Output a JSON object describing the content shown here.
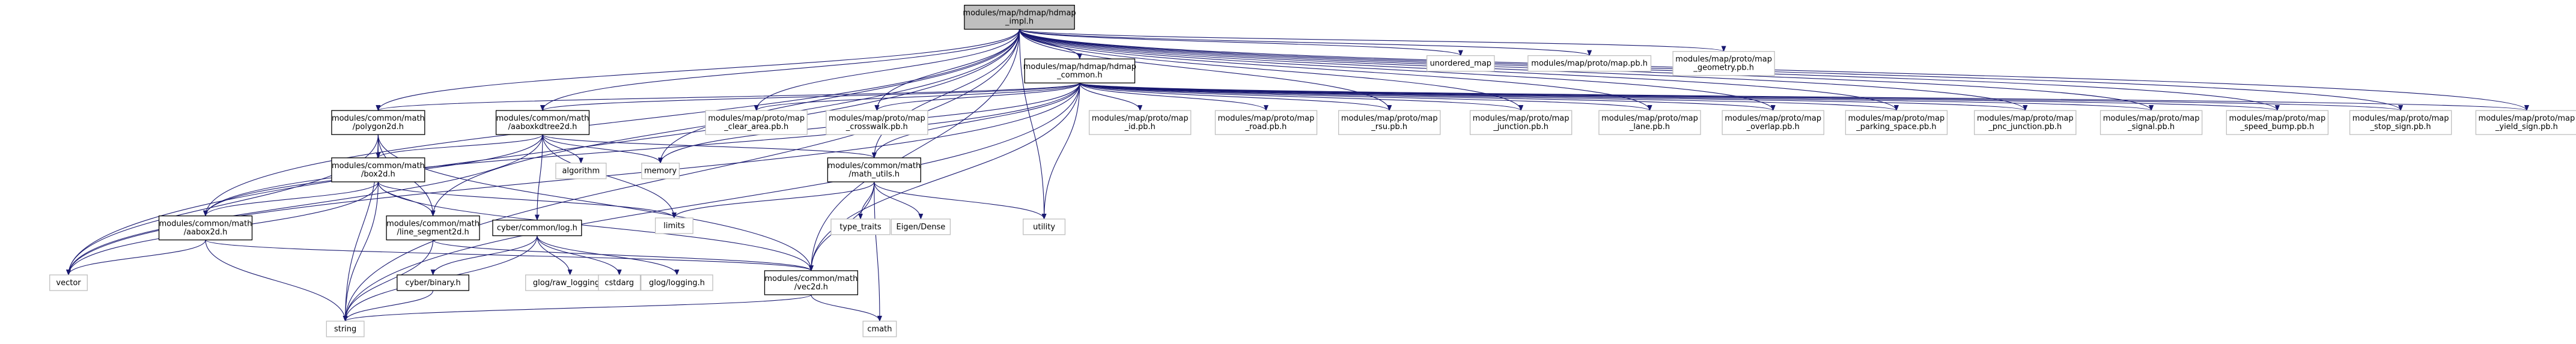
{
  "colors": {
    "edge": "#191970",
    "root_fill": "#bfbfbf",
    "root_stroke": "#000000",
    "documented_stroke": "#000000",
    "external_stroke": "#bfbfbf",
    "label_text": "#000000",
    "background": "#ffffff"
  },
  "nodes": [
    {
      "id": "impl",
      "lines": [
        "modules/map/hdmap/hdmap",
        "_impl.h"
      ],
      "kind": "root"
    },
    {
      "id": "unordered_map",
      "lines": [
        "unordered_map"
      ],
      "kind": "external"
    },
    {
      "id": "map_pb",
      "lines": [
        "modules/map/proto/map.pb.h"
      ],
      "kind": "external"
    },
    {
      "id": "geometry_pb",
      "lines": [
        "modules/map/proto/map",
        "_geometry.pb.h"
      ],
      "kind": "external"
    },
    {
      "id": "hdmap_common",
      "lines": [
        "modules/map/hdmap/hdmap",
        "_common.h"
      ],
      "kind": "documented"
    },
    {
      "id": "polygon2d",
      "lines": [
        "modules/common/math",
        "/polygon2d.h"
      ],
      "kind": "documented"
    },
    {
      "id": "aaboxkdtree2d",
      "lines": [
        "modules/common/math",
        "/aaboxkdtree2d.h"
      ],
      "kind": "documented"
    },
    {
      "id": "clear_area_pb",
      "lines": [
        "modules/map/proto/map",
        "_clear_area.pb.h"
      ],
      "kind": "external"
    },
    {
      "id": "crosswalk_pb",
      "lines": [
        "modules/map/proto/map",
        "_crosswalk.pb.h"
      ],
      "kind": "external"
    },
    {
      "id": "id_pb",
      "lines": [
        "modules/map/proto/map",
        "_id.pb.h"
      ],
      "kind": "external"
    },
    {
      "id": "road_pb",
      "lines": [
        "modules/map/proto/map",
        "_road.pb.h"
      ],
      "kind": "external"
    },
    {
      "id": "rsu_pb",
      "lines": [
        "modules/map/proto/map",
        "_rsu.pb.h"
      ],
      "kind": "external"
    },
    {
      "id": "junction_pb",
      "lines": [
        "modules/map/proto/map",
        "_junction.pb.h"
      ],
      "kind": "external"
    },
    {
      "id": "lane_pb",
      "lines": [
        "modules/map/proto/map",
        "_lane.pb.h"
      ],
      "kind": "external"
    },
    {
      "id": "overlap_pb",
      "lines": [
        "modules/map/proto/map",
        "_overlap.pb.h"
      ],
      "kind": "external"
    },
    {
      "id": "parking_space_pb",
      "lines": [
        "modules/map/proto/map",
        "_parking_space.pb.h"
      ],
      "kind": "external"
    },
    {
      "id": "pnc_junction_pb",
      "lines": [
        "modules/map/proto/map",
        "_pnc_junction.pb.h"
      ],
      "kind": "external"
    },
    {
      "id": "signal_pb",
      "lines": [
        "modules/map/proto/map",
        "_signal.pb.h"
      ],
      "kind": "external"
    },
    {
      "id": "speed_bump_pb",
      "lines": [
        "modules/map/proto/map",
        "_speed_bump.pb.h"
      ],
      "kind": "external"
    },
    {
      "id": "stop_sign_pb",
      "lines": [
        "modules/map/proto/map",
        "_stop_sign.pb.h"
      ],
      "kind": "external"
    },
    {
      "id": "yield_sign_pb",
      "lines": [
        "modules/map/proto/map",
        "_yield_sign.pb.h"
      ],
      "kind": "external"
    },
    {
      "id": "box2d",
      "lines": [
        "modules/common/math",
        "/box2d.h"
      ],
      "kind": "documented"
    },
    {
      "id": "algorithm",
      "lines": [
        "algorithm"
      ],
      "kind": "external"
    },
    {
      "id": "memory",
      "lines": [
        "memory"
      ],
      "kind": "external"
    },
    {
      "id": "math_utils",
      "lines": [
        "modules/common/math",
        "/math_utils.h"
      ],
      "kind": "documented"
    },
    {
      "id": "type_traits",
      "lines": [
        "type_traits"
      ],
      "kind": "external"
    },
    {
      "id": "eigen_dense",
      "lines": [
        "Eigen/Dense"
      ],
      "kind": "external"
    },
    {
      "id": "utility",
      "lines": [
        "utility"
      ],
      "kind": "external"
    },
    {
      "id": "limits",
      "lines": [
        "limits"
      ],
      "kind": "external"
    },
    {
      "id": "aabox2d",
      "lines": [
        "modules/common/math",
        "/aabox2d.h"
      ],
      "kind": "documented"
    },
    {
      "id": "line_segment2d",
      "lines": [
        "modules/common/math",
        "/line_segment2d.h"
      ],
      "kind": "documented"
    },
    {
      "id": "log",
      "lines": [
        "cyber/common/log.h"
      ],
      "kind": "documented"
    },
    {
      "id": "vector",
      "lines": [
        "vector"
      ],
      "kind": "external"
    },
    {
      "id": "binary",
      "lines": [
        "cyber/binary.h"
      ],
      "kind": "documented"
    },
    {
      "id": "raw_logging",
      "lines": [
        "glog/raw_logging.h"
      ],
      "kind": "external"
    },
    {
      "id": "cstdarg",
      "lines": [
        "cstdarg"
      ],
      "kind": "external"
    },
    {
      "id": "glog_logging",
      "lines": [
        "glog/logging.h"
      ],
      "kind": "external"
    },
    {
      "id": "vec2d",
      "lines": [
        "modules/common/math",
        "/vec2d.h"
      ],
      "kind": "documented"
    },
    {
      "id": "string",
      "lines": [
        "string"
      ],
      "kind": "external"
    },
    {
      "id": "cmath",
      "lines": [
        "cmath"
      ],
      "kind": "external"
    }
  ],
  "edges": [
    [
      "impl",
      "unordered_map"
    ],
    [
      "impl",
      "map_pb"
    ],
    [
      "impl",
      "geometry_pb"
    ],
    [
      "impl",
      "hdmap_common"
    ],
    [
      "impl",
      "polygon2d"
    ],
    [
      "impl",
      "aaboxkdtree2d"
    ],
    [
      "impl",
      "clear_area_pb"
    ],
    [
      "impl",
      "crosswalk_pb"
    ],
    [
      "impl",
      "junction_pb"
    ],
    [
      "impl",
      "lane_pb"
    ],
    [
      "impl",
      "overlap_pb"
    ],
    [
      "impl",
      "parking_space_pb"
    ],
    [
      "impl",
      "pnc_junction_pb"
    ],
    [
      "impl",
      "signal_pb"
    ],
    [
      "impl",
      "speed_bump_pb"
    ],
    [
      "impl",
      "stop_sign_pb"
    ],
    [
      "impl",
      "yield_sign_pb"
    ],
    [
      "impl",
      "rsu_pb"
    ],
    [
      "impl",
      "memory"
    ],
    [
      "impl",
      "string"
    ],
    [
      "impl",
      "vector"
    ],
    [
      "impl",
      "utility"
    ],
    [
      "impl",
      "vec2d"
    ],
    [
      "impl",
      "aabox2d"
    ],
    [
      "impl",
      "line_segment2d"
    ],
    [
      "impl",
      "math_utils"
    ],
    [
      "hdmap_common",
      "polygon2d"
    ],
    [
      "hdmap_common",
      "aaboxkdtree2d"
    ],
    [
      "hdmap_common",
      "clear_area_pb"
    ],
    [
      "hdmap_common",
      "crosswalk_pb"
    ],
    [
      "hdmap_common",
      "id_pb"
    ],
    [
      "hdmap_common",
      "road_pb"
    ],
    [
      "hdmap_common",
      "rsu_pb"
    ],
    [
      "hdmap_common",
      "junction_pb"
    ],
    [
      "hdmap_common",
      "lane_pb"
    ],
    [
      "hdmap_common",
      "overlap_pb"
    ],
    [
      "hdmap_common",
      "parking_space_pb"
    ],
    [
      "hdmap_common",
      "pnc_junction_pb"
    ],
    [
      "hdmap_common",
      "signal_pb"
    ],
    [
      "hdmap_common",
      "speed_bump_pb"
    ],
    [
      "hdmap_common",
      "stop_sign_pb"
    ],
    [
      "hdmap_common",
      "yield_sign_pb"
    ],
    [
      "hdmap_common",
      "memory"
    ],
    [
      "hdmap_common",
      "string"
    ],
    [
      "hdmap_common",
      "vector"
    ],
    [
      "hdmap_common",
      "utility"
    ],
    [
      "hdmap_common",
      "math_utils"
    ],
    [
      "hdmap_common",
      "vec2d"
    ],
    [
      "hdmap_common",
      "aabox2d"
    ],
    [
      "polygon2d",
      "box2d"
    ],
    [
      "polygon2d",
      "line_segment2d"
    ],
    [
      "polygon2d",
      "vec2d"
    ],
    [
      "polygon2d",
      "vector"
    ],
    [
      "polygon2d",
      "string"
    ],
    [
      "aaboxkdtree2d",
      "algorithm"
    ],
    [
      "aaboxkdtree2d",
      "memory"
    ],
    [
      "aaboxkdtree2d",
      "limits"
    ],
    [
      "aaboxkdtree2d",
      "vector"
    ],
    [
      "aaboxkdtree2d",
      "aabox2d"
    ],
    [
      "aaboxkdtree2d",
      "log"
    ],
    [
      "aaboxkdtree2d",
      "math_utils"
    ],
    [
      "aaboxkdtree2d",
      "box2d"
    ],
    [
      "box2d",
      "aabox2d"
    ],
    [
      "box2d",
      "line_segment2d"
    ],
    [
      "box2d",
      "limits"
    ],
    [
      "box2d",
      "vec2d"
    ],
    [
      "box2d",
      "string"
    ],
    [
      "box2d",
      "vector"
    ],
    [
      "math_utils",
      "limits"
    ],
    [
      "math_utils",
      "type_traits"
    ],
    [
      "math_utils",
      "eigen_dense"
    ],
    [
      "math_utils",
      "utility"
    ],
    [
      "math_utils",
      "vec2d"
    ],
    [
      "math_utils",
      "cmath"
    ],
    [
      "aabox2d",
      "vec2d"
    ],
    [
      "aabox2d",
      "string"
    ],
    [
      "aabox2d",
      "vector"
    ],
    [
      "line_segment2d",
      "vec2d"
    ],
    [
      "line_segment2d",
      "string"
    ],
    [
      "log",
      "binary"
    ],
    [
      "log",
      "raw_logging"
    ],
    [
      "log",
      "cstdarg"
    ],
    [
      "log",
      "glog_logging"
    ],
    [
      "log",
      "string"
    ],
    [
      "binary",
      "string"
    ],
    [
      "vec2d",
      "string"
    ],
    [
      "vec2d",
      "cmath"
    ]
  ]
}
